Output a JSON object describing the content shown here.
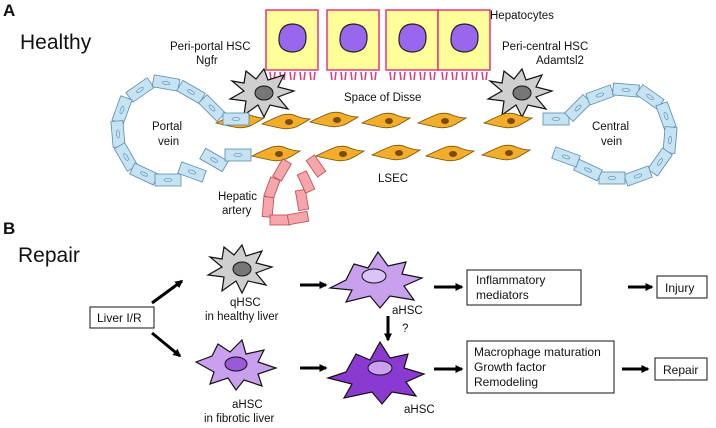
{
  "panel_a": {
    "letter": "A",
    "heading": "Healthy",
    "hepatocytes": "Hepatocytes",
    "periportal_line1": "Peri-portal HSC",
    "periportal_line2": "Ngfr",
    "pericentral_line1": "Peri-central HSC",
    "pericentral_line2": "Adamtsl2",
    "space_of_disse": "Space of Disse",
    "portal_line1": "Portal",
    "portal_line2": "vein",
    "central_line1": "Central",
    "central_line2": "vein",
    "lsec": "LSEC",
    "hepatic_line1": "Hepatic",
    "hepatic_line2": "artery"
  },
  "panel_b": {
    "letter": "B",
    "heading": "Repair",
    "liver_ir": "Liver I/R",
    "qhsc_line1": "qHSC",
    "qhsc_line2": "in healthy liver",
    "ahsc_fib_line1": "aHSC",
    "ahsc_fib_line2": "in fibrotic liver",
    "ahsc_top": "aHSC",
    "ahsc_bottom": "aHSC",
    "question": "?",
    "inflam_line1": "Inflammatory",
    "inflam_line2": "mediators",
    "injury": "Injury",
    "macro_line1": "Macrophage maturation",
    "macro_line2": "Growth factor",
    "macro_line3": "Remodeling",
    "repair": "Repair"
  },
  "colors": {
    "hepatocyte_fill": "#ffff99",
    "hepatocyte_border": "#e8337a",
    "nucleus_purple": "#9966ee",
    "hsc_gray": "#cfcfcf",
    "lsec_orange": "#f2ad2b",
    "vessel_blue": "#c5e3f3",
    "artery_pink": "#f4a6aa",
    "ahsc_light": "#c8a0ee",
    "ahsc_dark": "#8a3ad0"
  }
}
